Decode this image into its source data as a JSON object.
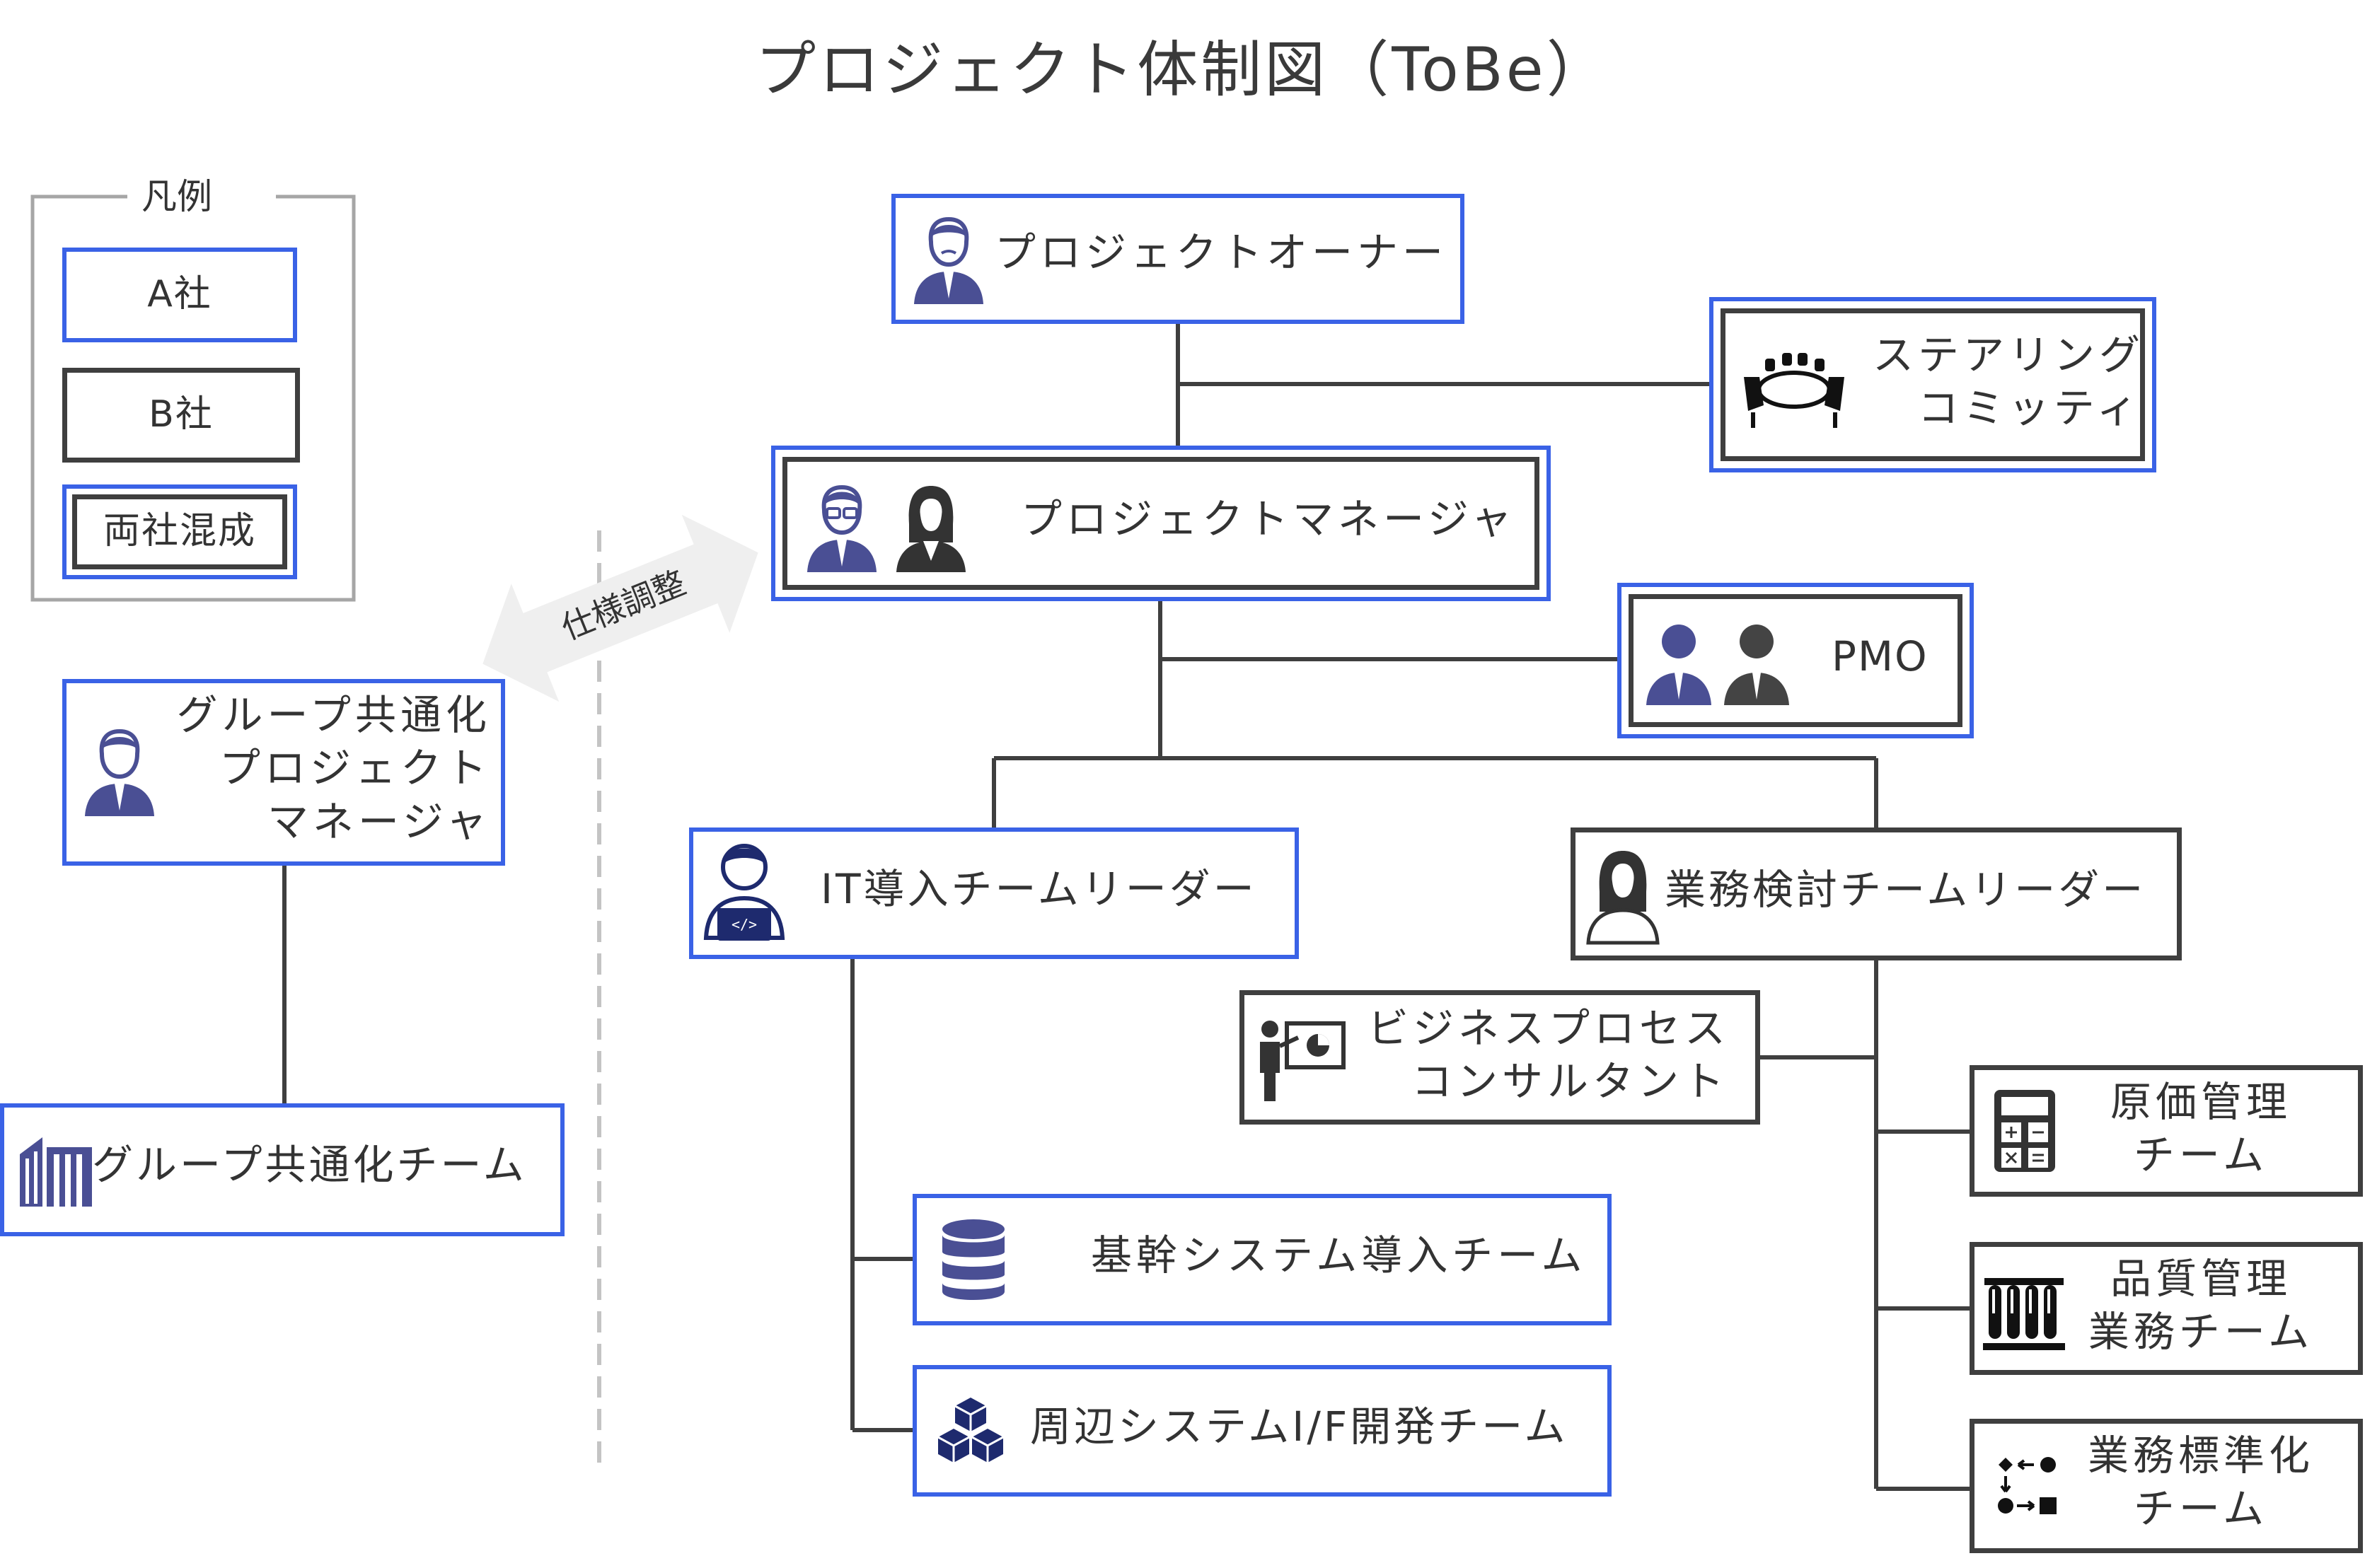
{
  "title": "プロジェクト体制図（ToBe）",
  "legend": {
    "title": "凡例",
    "items": [
      "A社",
      "B社",
      "両社混成"
    ]
  },
  "nodes": {
    "owner": "プロジェクトオーナー",
    "steering": [
      "ステアリング",
      "コミッティ"
    ],
    "pm": "プロジェクトマネージャ",
    "pmo": "PMO",
    "it_leader": "IT導入チームリーダー",
    "biz_leader": "業務検討チームリーダー",
    "bp_consultant": [
      "ビジネスプロセス",
      "コンサルタント"
    ],
    "core_system": "基幹システム導入チーム",
    "peripheral": "周辺システムI/F開発チーム",
    "cost_mgmt": [
      "原価管理",
      "チーム"
    ],
    "quality": [
      "品質管理",
      "業務チーム"
    ],
    "standardize": [
      "業務標準化",
      "チーム"
    ],
    "group_pm": [
      "グループ共通化",
      "プロジェクト",
      "マネージャ"
    ],
    "group_team": "グループ共通化チーム"
  },
  "spec_arrow_label": "仕様調整",
  "colors": {
    "a_company": "#3a62e6",
    "b_company": "#3f3f3f",
    "icon": "#4a4f94",
    "line": "#3f3f3f"
  }
}
